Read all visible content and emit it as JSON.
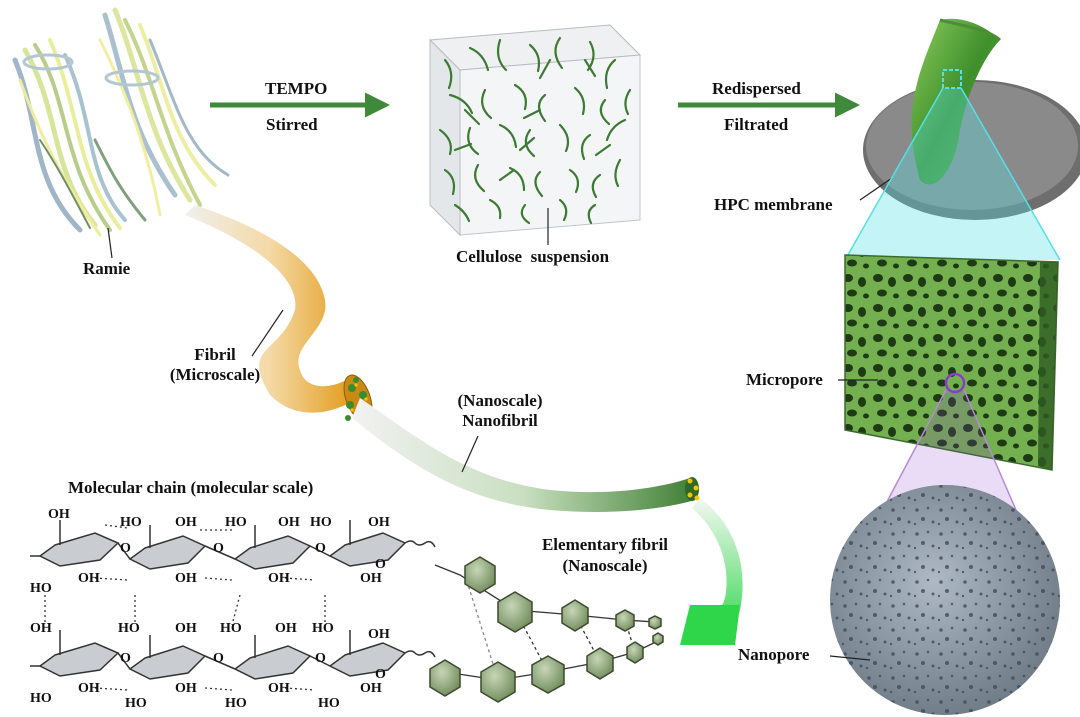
{
  "labels": {
    "ramie": "Ramie",
    "tempo": "TEMPO",
    "stirred": "Stirred",
    "cellulose_suspension": "Cellulose  suspension",
    "redispersed": "Redispersed",
    "filtrated": "Filtrated",
    "hpc_membrane": "HPC membrane",
    "fibril_line1": "Fibril",
    "fibril_line2": "(Microscale)",
    "nanofibril_line1": "(Nanoscale)",
    "nanofibril_line2": "Nanofibril",
    "micropore": "Micropore",
    "elementary_line1": "Elementary fibril",
    "elementary_line2": "(Nanoscale)",
    "molecular_chain": "Molecular chain (molecular scale)",
    "nanopore": "Nanopore"
  },
  "chemistry": {
    "hydroxyl": "OH",
    "hydroxyl_alt": "HO",
    "ring_oxygen": "O"
  },
  "colors": {
    "arrow_green": "#3f8a3a",
    "fiber_green": "#3d7a33",
    "fibril_orange": "#e8a21c",
    "membrane_gray": "#6e6e6e",
    "micropore_green": "#6aa84f",
    "nanopore_gray": "#8a9aa8",
    "highlight_cyan": "#55e0e6",
    "highlight_purple": "#8a3ccf",
    "hexagon_green": "#8fa876"
  }
}
